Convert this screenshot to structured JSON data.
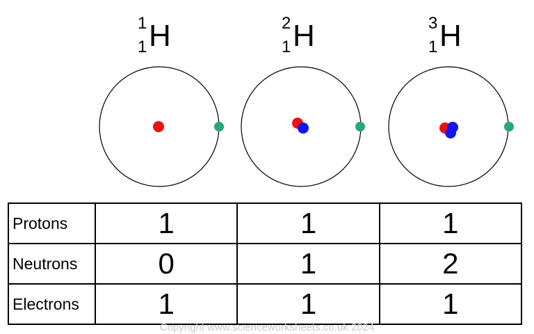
{
  "isotopes": [
    {
      "mass_number": "1",
      "atomic_number": "1",
      "symbol": "H",
      "protons": 1,
      "neutrons": 0,
      "electrons": 1
    },
    {
      "mass_number": "2",
      "atomic_number": "1",
      "symbol": "H",
      "protons": 1,
      "neutrons": 1,
      "electrons": 1
    },
    {
      "mass_number": "3",
      "atomic_number": "1",
      "symbol": "H",
      "protons": 1,
      "neutrons": 2,
      "electrons": 1
    }
  ],
  "table": {
    "rows": [
      {
        "label": "Protons",
        "values": [
          "1",
          "1",
          "1"
        ]
      },
      {
        "label": "Neutrons",
        "values": [
          "0",
          "1",
          "2"
        ]
      },
      {
        "label": "Electrons",
        "values": [
          "1",
          "1",
          "1"
        ]
      }
    ]
  },
  "colors": {
    "proton": "#ee1111",
    "neutron": "#1515ee",
    "electron": "#2aa774",
    "orbit": "#000000"
  },
  "copyright": "Copyright www.scienceworksheets.co.uk 2024"
}
